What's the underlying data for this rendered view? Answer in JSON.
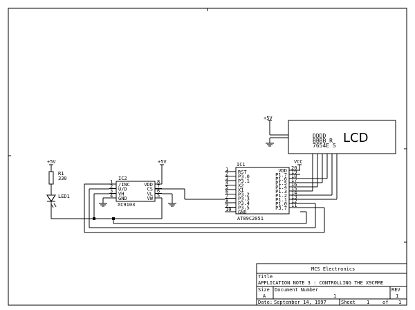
{
  "lcd": {
    "label": "LCD",
    "row1": "DDDD",
    "row2": "BBBB R",
    "row3": "7654E S"
  },
  "power": {
    "lcd_supply": "+5V",
    "led_supply": "+5V",
    "ic2_supply": "+5V",
    "vcc": "VCC"
  },
  "resistor": {
    "ref": "R1",
    "value": "330"
  },
  "led": {
    "ref": "LED1"
  },
  "ic2": {
    "ref": "IC2",
    "part": "XC9103",
    "pins_left": [
      {
        "num": "1",
        "name": "/INC"
      },
      {
        "num": "2",
        "name": "U/D"
      },
      {
        "num": "3",
        "name": "VH"
      },
      {
        "num": "4",
        "name": "GND"
      }
    ],
    "pins_right": [
      {
        "num": "8",
        "name": "VDD"
      },
      {
        "num": "7",
        "name": "CS"
      },
      {
        "num": "6",
        "name": "VL"
      },
      {
        "num": "5",
        "name": "VW"
      }
    ]
  },
  "ic1": {
    "ref": "IC1",
    "part": "AT89C2051",
    "pins_left": [
      {
        "num": "1",
        "name": "RST"
      },
      {
        "num": "2",
        "name": "P3.0"
      },
      {
        "num": "3",
        "name": "P3.1"
      },
      {
        "num": "4",
        "name": "X2"
      },
      {
        "num": "5",
        "name": "X1"
      },
      {
        "num": "6",
        "name": "P3.2"
      },
      {
        "num": "7",
        "name": "P3.3"
      },
      {
        "num": "8",
        "name": "P3.4"
      },
      {
        "num": "9",
        "name": "P3.5"
      },
      {
        "num": "10",
        "name": "GND"
      }
    ],
    "pins_right": [
      {
        "num": "20",
        "name": "VDD"
      },
      {
        "num": "19",
        "name": "P1.7"
      },
      {
        "num": "18",
        "name": "P1.6"
      },
      {
        "num": "17",
        "name": "P1.5"
      },
      {
        "num": "16",
        "name": "P1.4"
      },
      {
        "num": "15",
        "name": "P1.3"
      },
      {
        "num": "14",
        "name": "P1.2"
      },
      {
        "num": "13",
        "name": "P1.1"
      },
      {
        "num": "12",
        "name": "P1.0"
      },
      {
        "num": "11",
        "name": "P3.7"
      }
    ]
  },
  "title_block": {
    "company": "MCS Electronics",
    "title_label": "Title",
    "title": "APPLICATION NOTE 3 : CONTROLLING THE X9CMME",
    "size_label": "Size",
    "size": "A",
    "docnum_label": "Document Number",
    "docnum": "1",
    "rev_label": "REV",
    "rev": "1",
    "date_label": "Date:",
    "date": "September 14, 1997",
    "sheet_label": "Sheet",
    "sheet": "1",
    "of_label": "of",
    "sheet_total": "1"
  }
}
